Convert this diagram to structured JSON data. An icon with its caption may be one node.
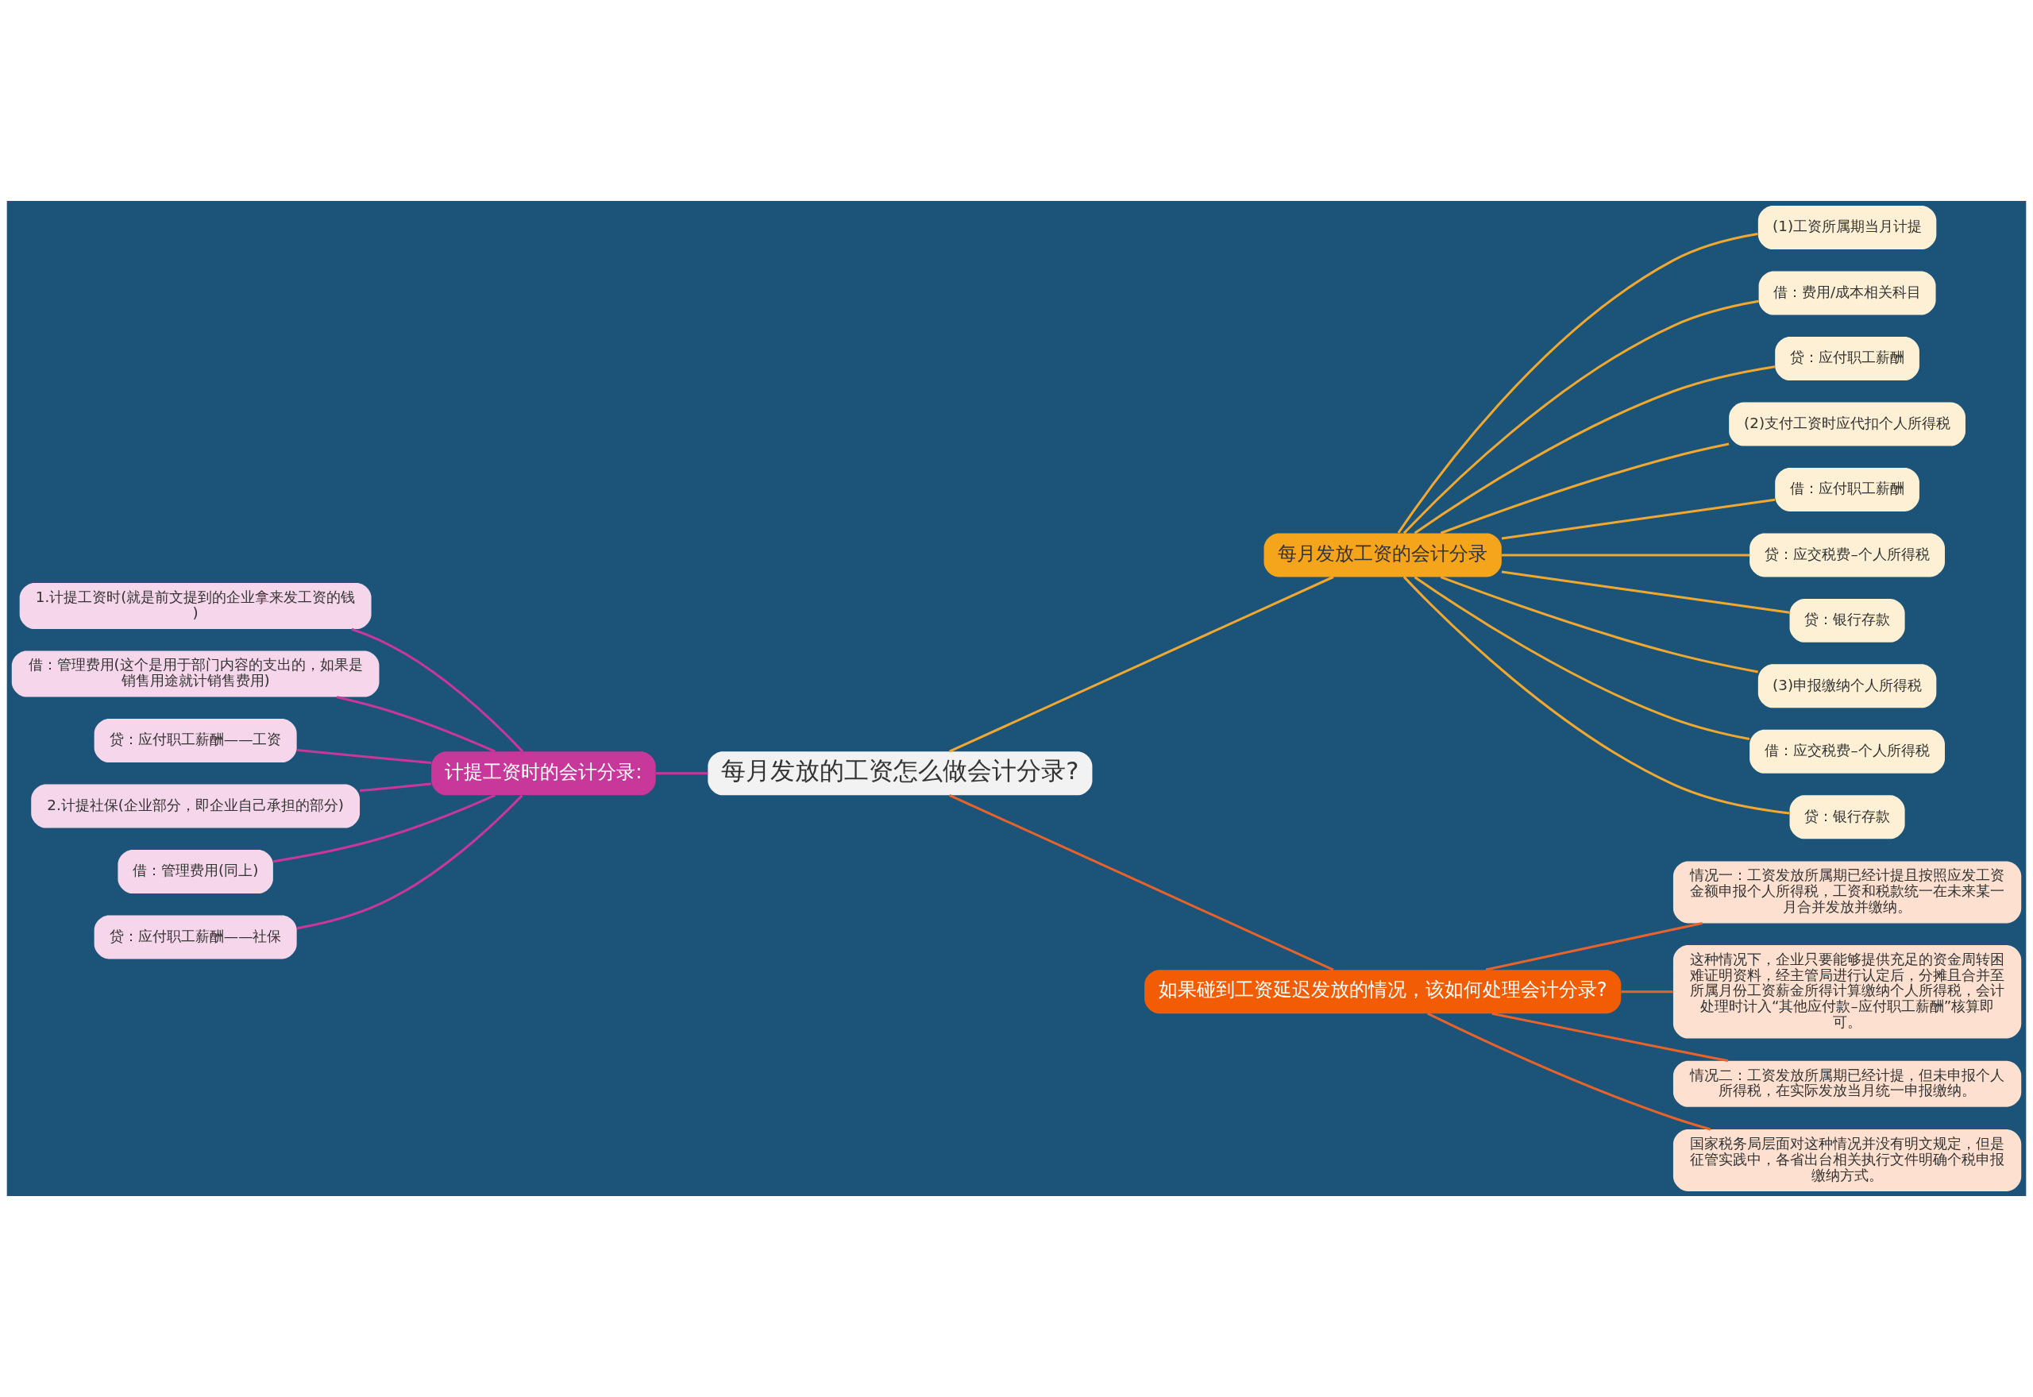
{
  "diagram": {
    "nodes": [
      {
        "text": [
          "每月发放的工资怎么做会计分录?"
        ]
      },
      {
        "text": [
          "计提工资时的会计分录:"
        ]
      },
      {
        "text": [
          "1.计提工资时(就是前文提到的企业拿来发工资的钱)"
        ]
      },
      {
        "text": [
          "借：管理费用(这个是用于部门内容的支出的，如果是销售用途就计销售费用)"
        ]
      },
      {
        "text": [
          "贷：应付职工薪酬——工资"
        ]
      },
      {
        "text": [
          "2.计提社保(企业部分，即企业自己承担的部分)"
        ]
      },
      {
        "text": [
          "借：管理费用(同上)"
        ]
      },
      {
        "text": [
          "贷：应付职工薪酬——社保"
        ]
      },
      {
        "text": [
          "每月发放工资的会计分录"
        ]
      },
      {
        "text": [
          "(1)工资所属期当月计提"
        ]
      },
      {
        "text": [
          "借：费用/成本相关科目"
        ]
      },
      {
        "text": [
          "贷：应付职工薪酬"
        ]
      },
      {
        "text": [
          "(2)支付工资时应代扣个人所得税"
        ]
      },
      {
        "text": [
          "借：应付职工薪酬"
        ]
      },
      {
        "text": [
          "贷：应交税费–个人所得税"
        ]
      },
      {
        "text": [
          "贷：银行存款"
        ]
      },
      {
        "text": [
          "(3)申报缴纳个人所得税"
        ]
      },
      {
        "text": [
          "借：应交税费–个人所得税"
        ]
      },
      {
        "text": [
          "贷：银行存款"
        ]
      },
      {
        "text": [
          "如果碰到工资延迟发放的情况，该如何处理会计分录?"
        ]
      },
      {
        "text": [
          "情况一：工资发放所属期已经计提且按照应发工资金额申报个人所得税，工资和税款统一在未来某一月合并发放并缴纳。"
        ]
      },
      {
        "text": [
          "这种情况下，企业只要能够提供充足的资金周转困难证明资料，经主管局进行认定后，分摊且合并至所属月份工资薪金所得计算缴纳个人所得税，会计处理时计入“其他应付款–应付职工薪酬”核算即可。"
        ]
      },
      {
        "text": [
          "情况二：工资发放所属期已经计提，但未申报个人所得税，在实际发放当月统一申报缴纳。"
        ]
      },
      {
        "text": [
          "国家税务局层面对这种情况并没有明文规定，但是征管实践中，各省出台相关执行文件明确个税申报缴纳方式。"
        ]
      }
    ],
    "edges": [
      {
        "from": 0,
        "to": 1,
        "arrow": "none",
        "color": "#c8379a"
      },
      {
        "from": 1,
        "to": 2,
        "arrow": "none",
        "color": "#c8379a"
      },
      {
        "from": 1,
        "to": 3,
        "arrow": "none",
        "color": "#c8379a"
      },
      {
        "from": 1,
        "to": 4,
        "arrow": "none",
        "color": "#c8379a"
      },
      {
        "from": 1,
        "to": 5,
        "arrow": "none",
        "color": "#c8379a"
      },
      {
        "from": 1,
        "to": 6,
        "arrow": "none",
        "color": "#c8379a"
      },
      {
        "from": 1,
        "to": 7,
        "arrow": "none",
        "color": "#c8379a"
      },
      {
        "from": 0,
        "to": 8,
        "arrow": "none"
      },
      {
        "from": 8,
        "to": 9,
        "arrow": "none"
      },
      {
        "from": 8,
        "to": 10,
        "arrow": "none"
      },
      {
        "from": 8,
        "to": 11,
        "arrow": "none"
      },
      {
        "from": 8,
        "to": 12,
        "arrow": "none"
      },
      {
        "from": 8,
        "to": 13,
        "arrow": "none"
      },
      {
        "from": 8,
        "to": 14,
        "arrow": "none"
      },
      {
        "from": 8,
        "to": 15,
        "arrow": "none"
      },
      {
        "from": 8,
        "to": 16,
        "arrow": "none"
      },
      {
        "from": 8,
        "to": 17,
        "arrow": "none"
      },
      {
        "from": 8,
        "to": 18,
        "arrow": "none"
      },
      {
        "from": 0,
        "to": 19,
        "arrow": "none",
        "color": "#e8632a"
      },
      {
        "from": 19,
        "to": 20,
        "arrow": "none",
        "color": "#e8632a"
      },
      {
        "from": 19,
        "to": 21,
        "arrow": "none",
        "color": "#e8632a"
      },
      {
        "from": 19,
        "to": 22,
        "arrow": "none",
        "color": "#e8632a"
      },
      {
        "from": 19,
        "to": 23,
        "arrow": "none",
        "color": "#e8632a"
      }
    ]
  }
}
